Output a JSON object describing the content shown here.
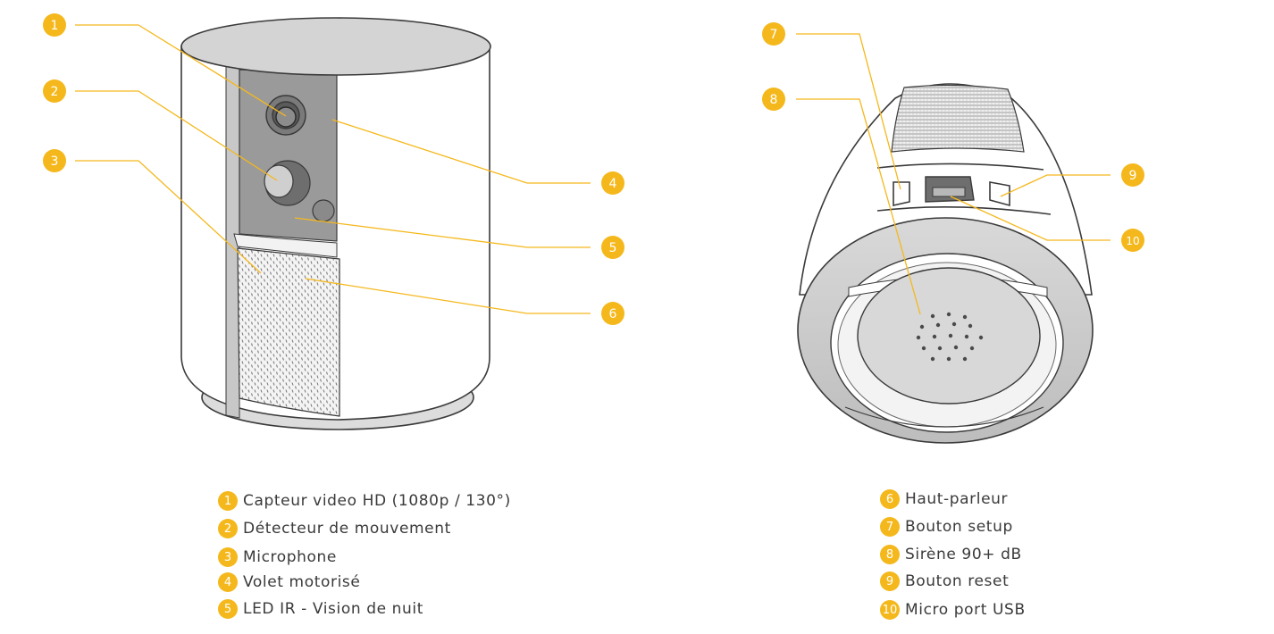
{
  "accent_color": "#F5B81C",
  "callouts_front": [
    "1",
    "2",
    "3",
    "4",
    "5",
    "6"
  ],
  "callouts_back": [
    "7",
    "8",
    "9",
    "10"
  ],
  "legend_left": [
    {
      "num": "1",
      "label": "Capteur video HD (1080p / 130°)"
    },
    {
      "num": "2",
      "label": "Détecteur de mouvement"
    },
    {
      "num": "3",
      "label": "Microphone"
    },
    {
      "num": "4",
      "label": "Volet motorisé"
    },
    {
      "num": "5",
      "label": "LED IR - Vision de nuit"
    }
  ],
  "legend_right": [
    {
      "num": "6",
      "label": "Haut-parleur"
    },
    {
      "num": "7",
      "label": "Bouton setup"
    },
    {
      "num": "8",
      "label": "Sirène 90+ dB"
    },
    {
      "num": "9",
      "label": "Bouton reset"
    },
    {
      "num": "10",
      "label": "Micro port USB"
    }
  ]
}
